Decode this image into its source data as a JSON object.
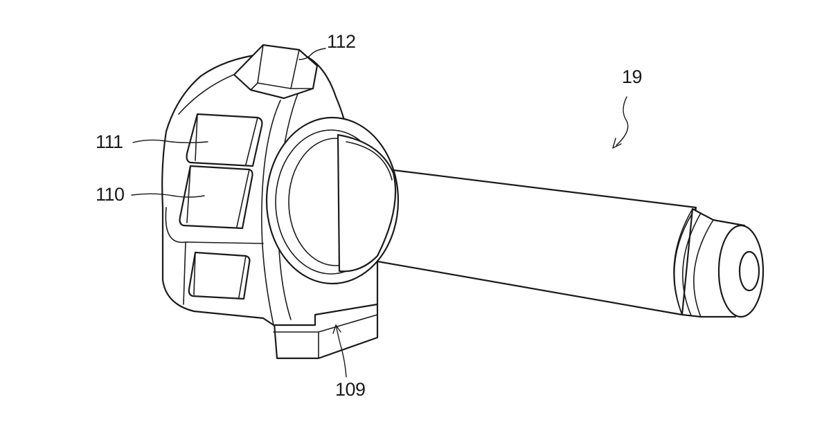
{
  "figure": {
    "reference_numerals": {
      "grip_assembly": "19",
      "upper_switch": "112",
      "switch_111": "111",
      "switch_110": "110",
      "housing_base": "109"
    }
  }
}
